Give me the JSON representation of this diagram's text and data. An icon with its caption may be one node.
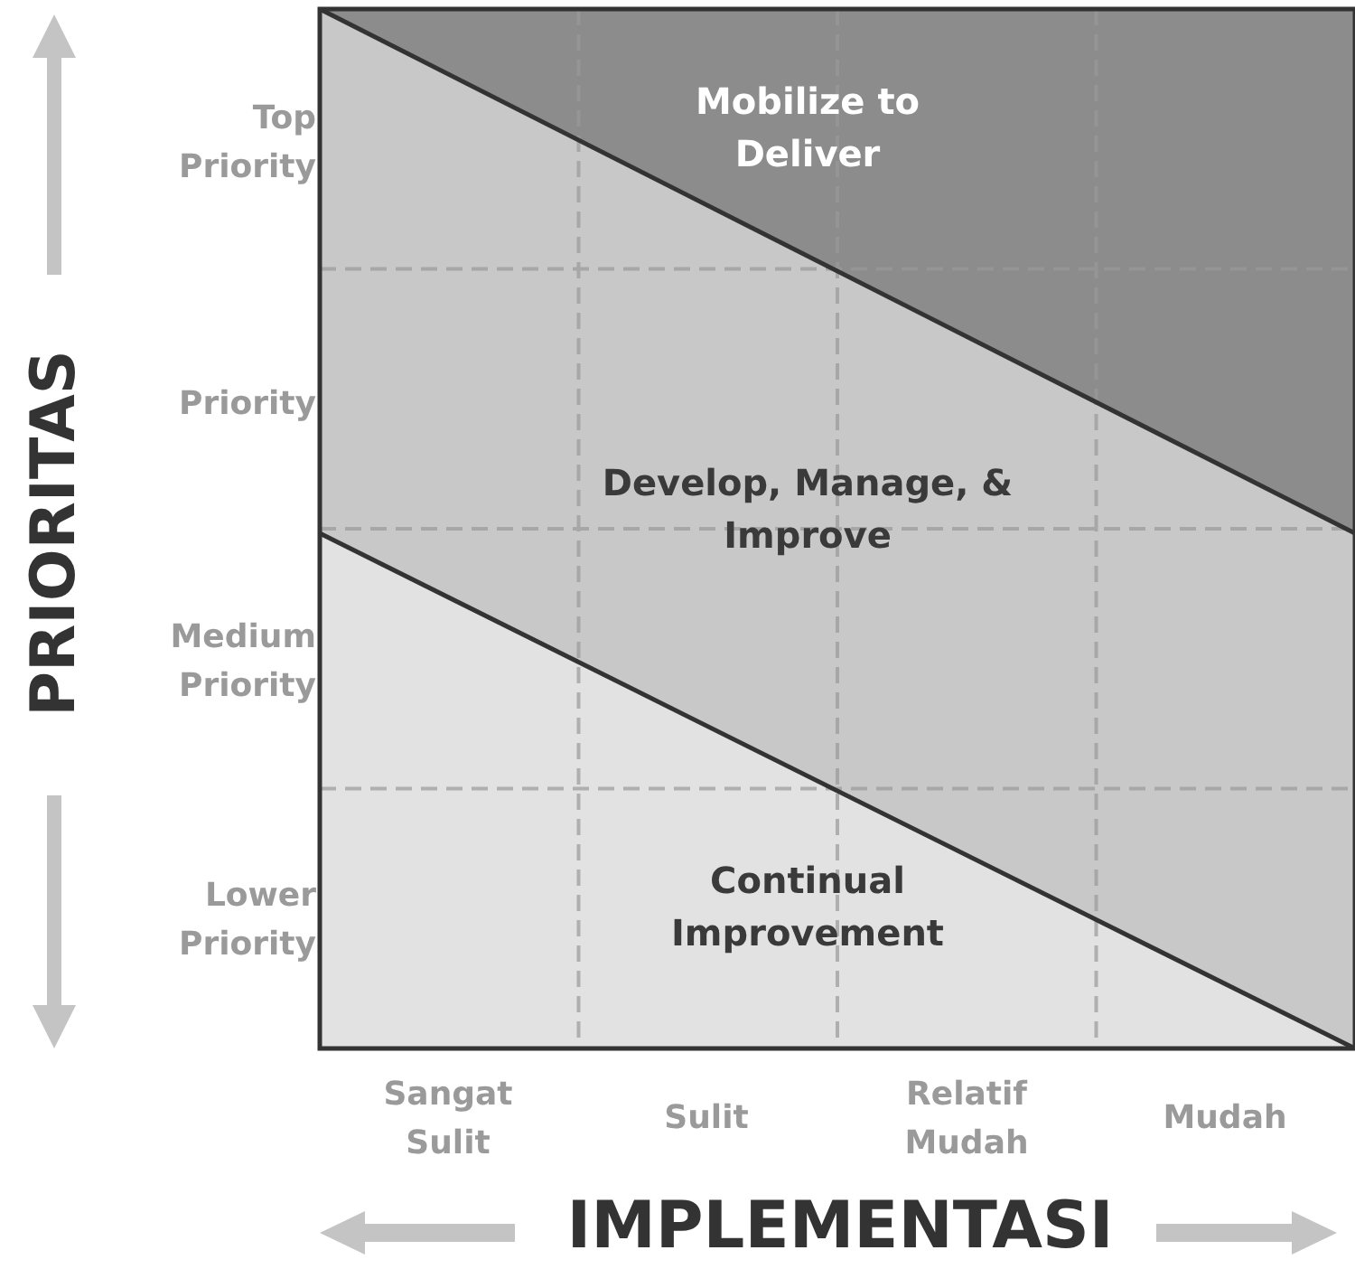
{
  "diagram": {
    "nodes": [
      {
        "text": [
          "Mobilize to Deliver"
        ]
      },
      {
        "text": [
          "Develop, Manage, & Improve"
        ]
      },
      {
        "text": [
          "Continual Improvement"
        ]
      }
    ],
    "labels": [
      "Top Priority",
      "Priority",
      "Medium Priority",
      "Lower Priority",
      "Sangat Sulit",
      "Sulit",
      "Relatif Mudah",
      "Mudah",
      "PRIORITAS",
      "IMPLEMENTASI"
    ]
  }
}
